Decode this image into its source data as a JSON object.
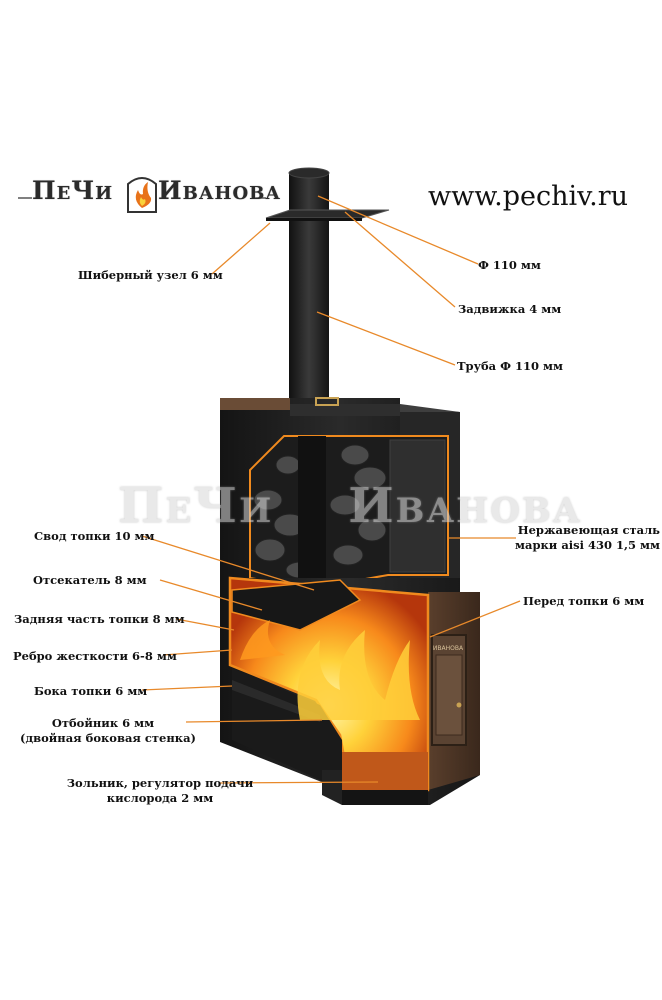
{
  "brand": {
    "logo_text_left": "ПеЧи",
    "logo_text_right": "Иванова",
    "website": "www.pechiv.ru",
    "watermark_left": "ПеЧи",
    "watermark_right": "Иванова"
  },
  "labels": {
    "shiber": "Шиберный узел 6 мм",
    "diameter": "Ф 110 мм",
    "zadvizhka": "Задвижка 4 мм",
    "truba": "Труба Ф 110 мм",
    "nerzh_line1": "Нержавеющая сталь",
    "nerzh_line2": "марки aisi 430 1,5 мм",
    "svod": "Свод топки 10 мм",
    "otsekatel": "Отсекатель 8 мм",
    "perednyaya": "Перед топки 6 мм",
    "zadnyaya": "Задняя часть топки 8 мм",
    "rebro": "Ребро жесткости 6-8 мм",
    "boka": "Бока топки 6 мм",
    "otboinik_line1": "Отбойник 6 мм",
    "otboinik_line2": "(двойная боковая стенка)",
    "zolnik_line1": "Зольник, регулятор подачи",
    "zolnik_line2": "кислорода 2 мм",
    "door_plate": "ИВАНОВА"
  },
  "colors": {
    "leader_line": "#e8892a",
    "stove_body": "#1f1f1f",
    "stove_edge": "#3a3a3a",
    "flame": "#f7a21b",
    "outline": "#f08a1e"
  }
}
